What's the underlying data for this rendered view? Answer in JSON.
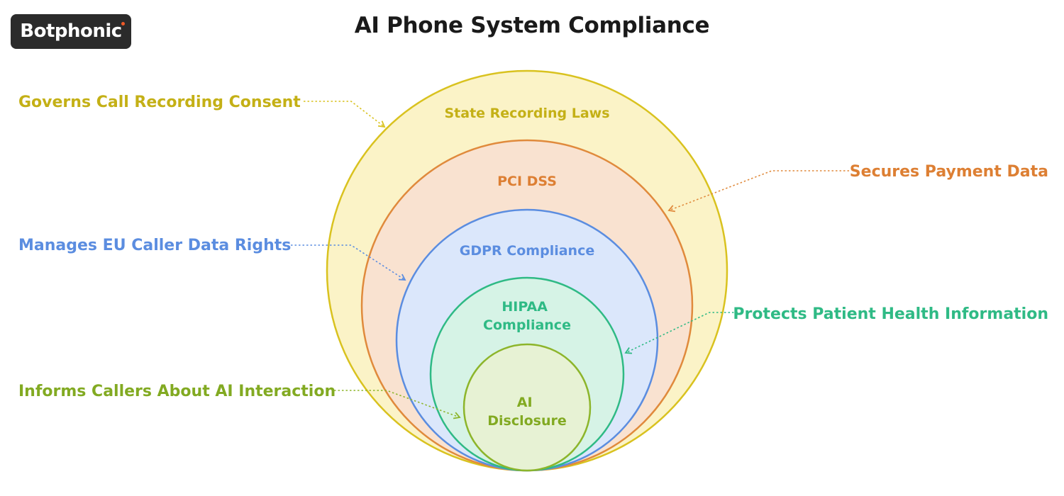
{
  "header": {
    "logo_text": "Botphonic",
    "title": "AI Phone System Compliance"
  },
  "colors": {
    "state": "#d9c21f",
    "pci": "#e08a3c",
    "gdpr": "#5b8de0",
    "hipaa": "#2fba85",
    "ai": "#8db52b",
    "state_fill": "#fbf3c7",
    "pci_fill": "#f9e2d0",
    "gdpr_fill": "#dbe7fb",
    "hipaa_fill": "#d6f3e6",
    "ai_fill": "#e7f2d4",
    "state_text": "#c4b016",
    "pci_text": "#dd7f33",
    "gdpr_text": "#5b8de0",
    "hipaa_text": "#2fba85",
    "ai_text": "#82aa22"
  },
  "diagram": {
    "layers": [
      {
        "id": "state",
        "label": [
          "State Recording Laws"
        ],
        "callout": "Governs Call Recording Consent"
      },
      {
        "id": "pci",
        "label": [
          "PCI DSS"
        ],
        "callout": "Secures Payment Data"
      },
      {
        "id": "gdpr",
        "label": [
          "GDPR Compliance"
        ],
        "callout": "Manages EU Caller Data Rights"
      },
      {
        "id": "hipaa",
        "label": [
          "HIPAA",
          "Compliance"
        ],
        "callout": "Protects Patient Health Information"
      },
      {
        "id": "ai",
        "label": [
          "AI",
          "Disclosure"
        ],
        "callout": "Informs Callers About AI Interaction"
      }
    ]
  }
}
